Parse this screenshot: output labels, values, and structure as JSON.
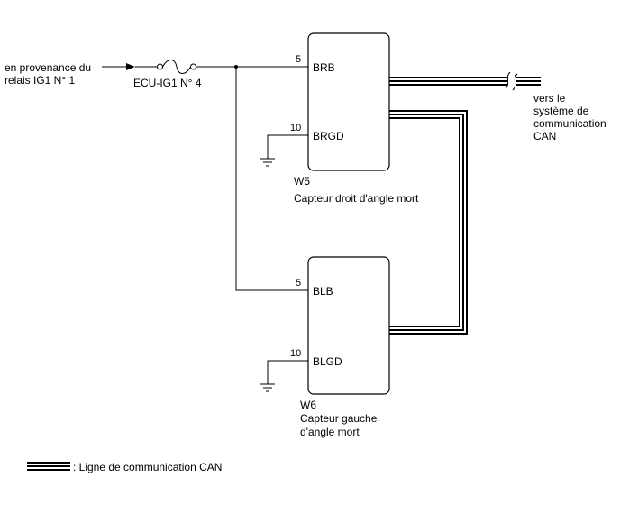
{
  "source": {
    "line1": "en provenance du",
    "line2": "relais IG1 N° 1"
  },
  "fuse": {
    "label": "ECU-IG1 N° 4"
  },
  "components": {
    "w5": {
      "connector": "W5",
      "name": "Capteur droit d'angle mort",
      "pins": [
        {
          "number": "5",
          "name": "BRB"
        },
        {
          "number": "10",
          "name": "BRGD"
        }
      ]
    },
    "w6": {
      "connector": "W6",
      "name_line1": "Capteur gauche",
      "name_line2": "d'angle mort",
      "pins": [
        {
          "number": "5",
          "name": "BLB"
        },
        {
          "number": "10",
          "name": "BLGD"
        }
      ]
    }
  },
  "destination": {
    "line1": "vers le",
    "line2": "système de",
    "line3": "communication",
    "line4": "CAN"
  },
  "legend": {
    "text": ": Ligne de communication CAN"
  },
  "colors": {
    "line": "#000000",
    "background": "#ffffff"
  }
}
